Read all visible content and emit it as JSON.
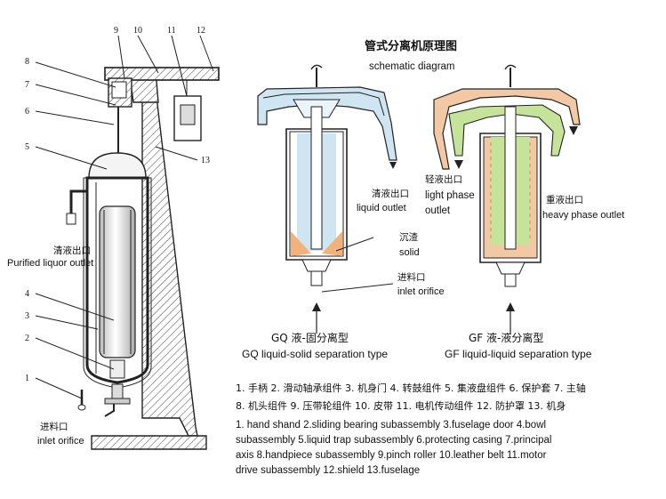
{
  "title": {
    "cn": "管式分离机原理图",
    "en": "schematic diagram"
  },
  "part_numbers": [
    "1",
    "2",
    "3",
    "4",
    "5",
    "6",
    "7",
    "8",
    "9",
    "10",
    "11",
    "12",
    "13"
  ],
  "left_labels": {
    "purified_cn": "清液出口",
    "purified_en": "Purified liquor outlet",
    "inlet_cn": "进料口",
    "inlet_en": "inlet orifice"
  },
  "gq": {
    "liquid_outlet_cn": "清液出口",
    "liquid_outlet_en": "liquid outlet",
    "solid_cn": "沉渣",
    "solid_en": "solid",
    "inlet_cn": "进料口",
    "inlet_en": "inlet orifice",
    "type_cn": "GQ 液-固分离型",
    "type_en": "GQ liquid-solid separation type"
  },
  "gf": {
    "light_cn": "轻液出口",
    "light_en_1": "light phase",
    "light_en_2": "outlet",
    "heavy_cn": "重液出口",
    "heavy_en": "heavy phase outlet",
    "type_cn": "GF 液-液分离型",
    "type_en": "GF liquid-liquid separation type"
  },
  "legend": {
    "cn_line_1": "1. 手柄  2. 滑动轴承组件  3. 机身门  4. 转鼓组件  5. 集液盘组件  6. 保护套  7. 主轴",
    "cn_line_2": "8. 机头组件  9. 压带轮组件  10. 皮带  11. 电机传动组件  12. 防护罩  13. 机身",
    "en_lines": [
      "1. hand shand  2.sliding bearing subassembly  3.fuselage door  4.bowl",
      "subassembly  5.liquid trap subassembly  6.protecting casing  7.principal",
      "axis  8.handpiece subassembly 9.pinch roller  10.leather belt  11.motor",
      "drive subassembly   12.shield 13.fuselage"
    ]
  },
  "colors": {
    "light_blue": "#cfe6f2",
    "orange": "#f2c9a4",
    "green": "#c6e39a",
    "line": "#222222"
  }
}
